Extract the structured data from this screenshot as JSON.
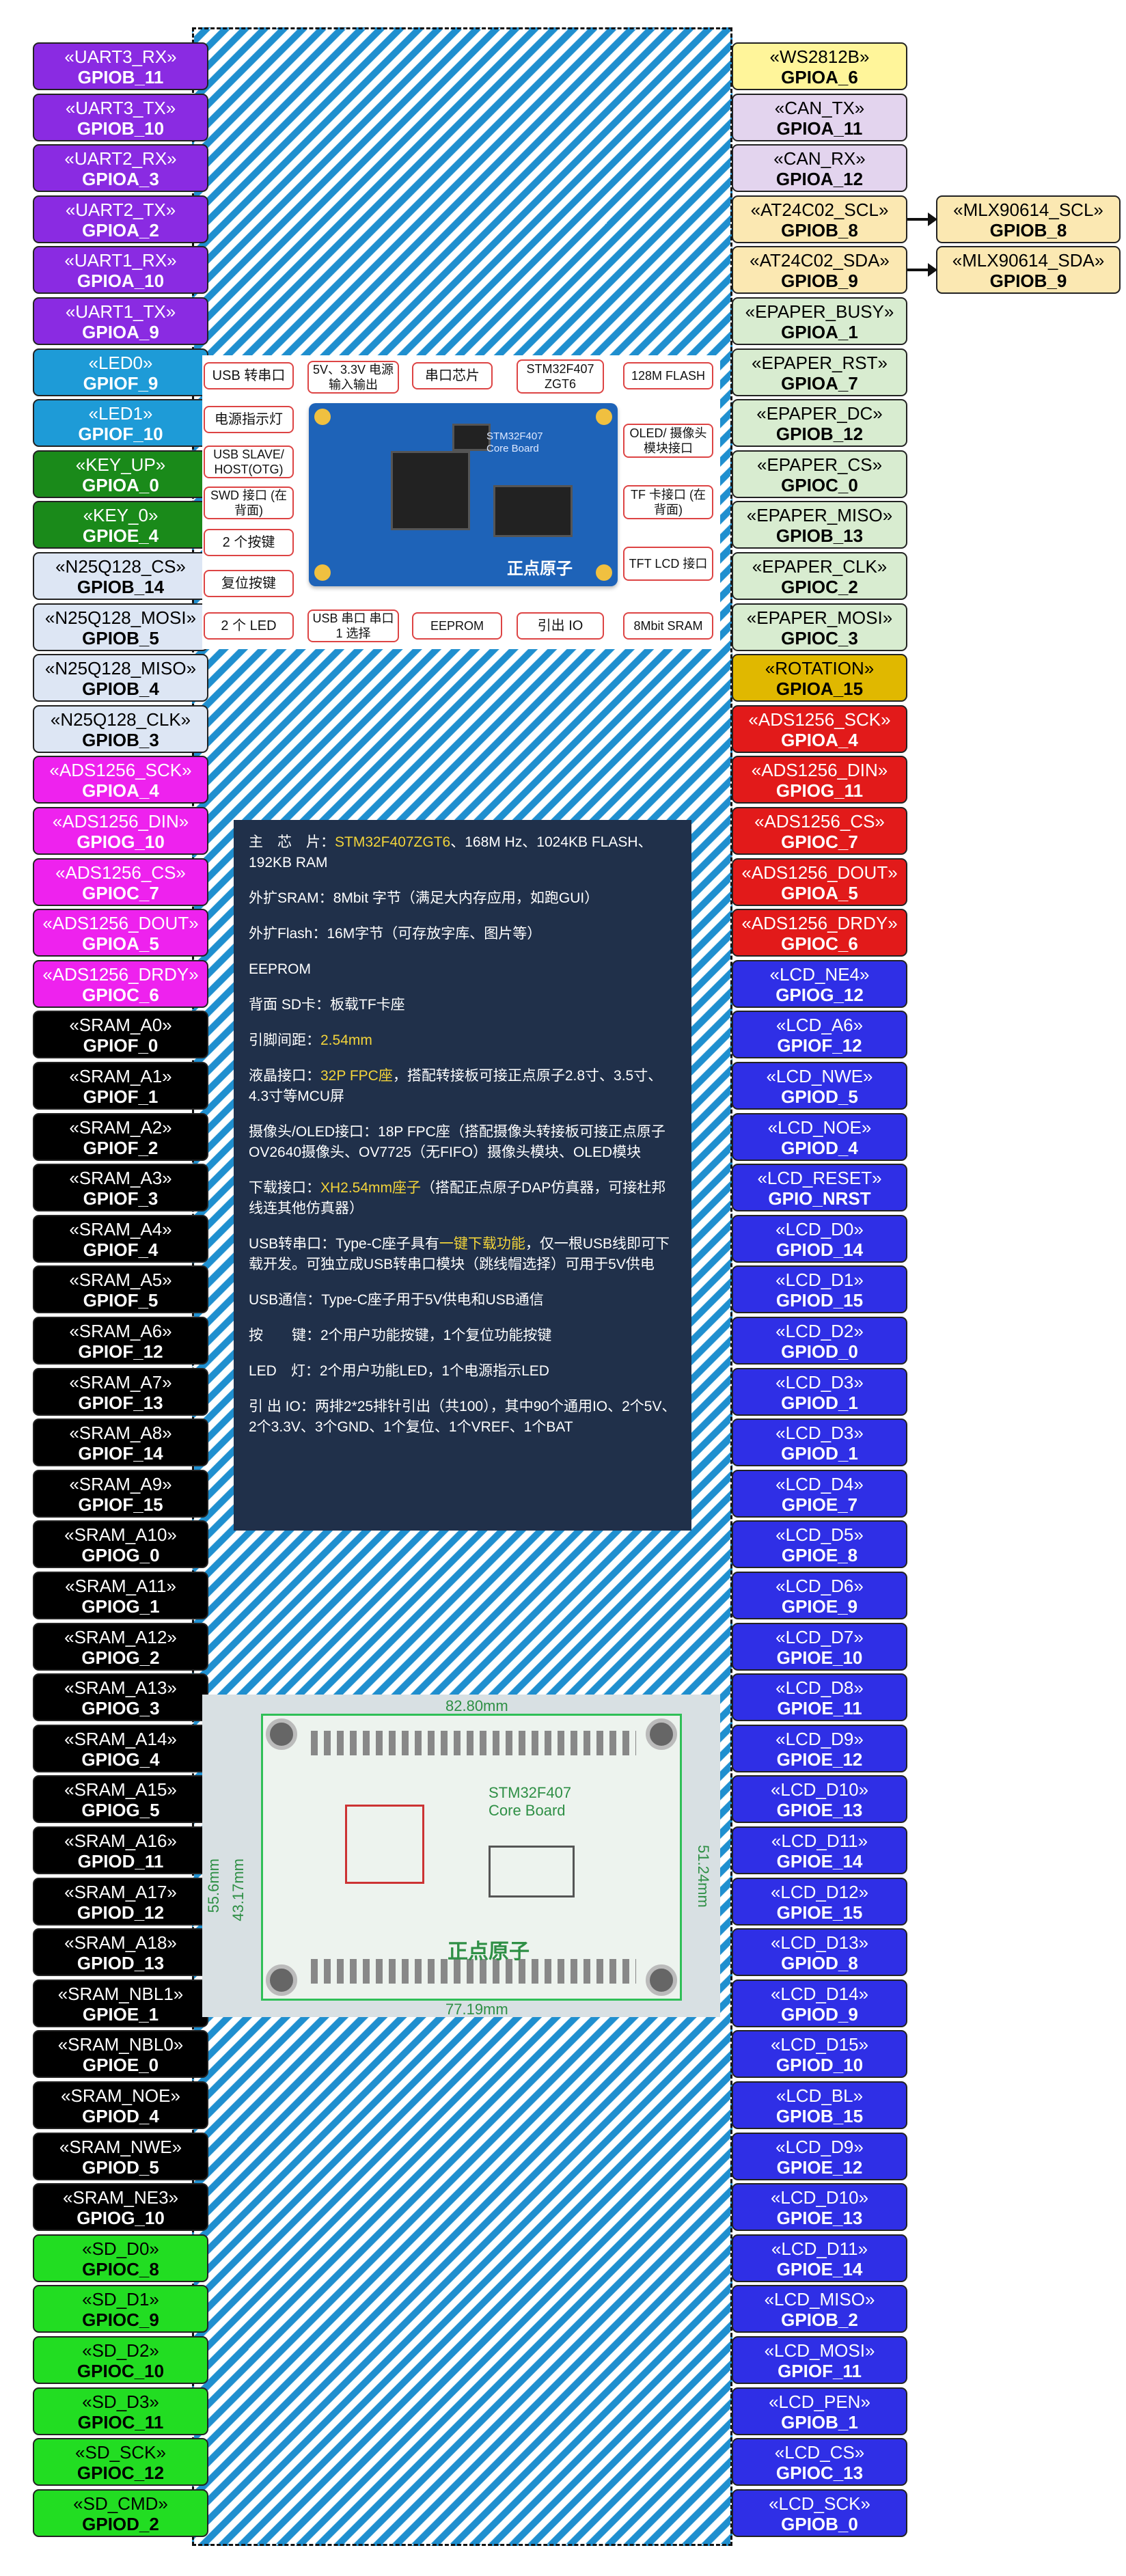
{
  "left_labels": [
    {
      "fn": "«UART3_RX»",
      "pin": "GPIOB_11",
      "bg": "#8a2be2",
      "fg": "#ffffff"
    },
    {
      "fn": "«UART3_TX»",
      "pin": "GPIOB_10",
      "bg": "#8a2be2",
      "fg": "#ffffff"
    },
    {
      "fn": "«UART2_RX»",
      "pin": "GPIOA_3",
      "bg": "#8a2be2",
      "fg": "#ffffff"
    },
    {
      "fn": "«UART2_TX»",
      "pin": "GPIOA_2",
      "bg": "#8a2be2",
      "fg": "#ffffff"
    },
    {
      "fn": "«UART1_RX»",
      "pin": "GPIOA_10",
      "bg": "#8a2be2",
      "fg": "#ffffff"
    },
    {
      "fn": "«UART1_TX»",
      "pin": "GPIOA_9",
      "bg": "#8a2be2",
      "fg": "#ffffff"
    },
    {
      "fn": "«LED0»",
      "pin": "GPIOF_9",
      "bg": "#1e9bd7",
      "fg": "#ffffff"
    },
    {
      "fn": "«LED1»",
      "pin": "GPIOF_10",
      "bg": "#1e9bd7",
      "fg": "#ffffff"
    },
    {
      "fn": "«KEY_UP»",
      "pin": "GPIOA_0",
      "bg": "#1a8a1a",
      "fg": "#ffffff"
    },
    {
      "fn": "«KEY_0»",
      "pin": "GPIOE_4",
      "bg": "#1a8a1a",
      "fg": "#ffffff"
    },
    {
      "fn": "«N25Q128_CS»",
      "pin": "GPIOB_14",
      "bg": "#dde6f4",
      "fg": "#000000"
    },
    {
      "fn": "«N25Q128_MOSI»",
      "pin": "GPIOB_5",
      "bg": "#dde6f4",
      "fg": "#000000"
    },
    {
      "fn": "«N25Q128_MISO»",
      "pin": "GPIOB_4",
      "bg": "#dde6f4",
      "fg": "#000000"
    },
    {
      "fn": "«N25Q128_CLK»",
      "pin": "GPIOB_3",
      "bg": "#dde6f4",
      "fg": "#000000"
    },
    {
      "fn": "«ADS1256_SCK»",
      "pin": "GPIOA_4",
      "bg": "#ee22ee",
      "fg": "#ffffff"
    },
    {
      "fn": "«ADS1256_DIN»",
      "pin": "GPIOG_10",
      "bg": "#ee22ee",
      "fg": "#ffffff"
    },
    {
      "fn": "«ADS1256_CS»",
      "pin": "GPIOC_7",
      "bg": "#ee22ee",
      "fg": "#ffffff"
    },
    {
      "fn": "«ADS1256_DOUT»",
      "pin": "GPIOA_5",
      "bg": "#ee22ee",
      "fg": "#ffffff"
    },
    {
      "fn": "«ADS1256_DRDY»",
      "pin": "GPIOC_6",
      "bg": "#ee22ee",
      "fg": "#ffffff"
    },
    {
      "fn": "«SRAM_A0»",
      "pin": "GPIOF_0",
      "bg": "#000000",
      "fg": "#ffffff"
    },
    {
      "fn": "«SRAM_A1»",
      "pin": "GPIOF_1",
      "bg": "#000000",
      "fg": "#ffffff"
    },
    {
      "fn": "«SRAM_A2»",
      "pin": "GPIOF_2",
      "bg": "#000000",
      "fg": "#ffffff"
    },
    {
      "fn": "«SRAM_A3»",
      "pin": "GPIOF_3",
      "bg": "#000000",
      "fg": "#ffffff"
    },
    {
      "fn": "«SRAM_A4»",
      "pin": "GPIOF_4",
      "bg": "#000000",
      "fg": "#ffffff"
    },
    {
      "fn": "«SRAM_A5»",
      "pin": "GPIOF_5",
      "bg": "#000000",
      "fg": "#ffffff"
    },
    {
      "fn": "«SRAM_A6»",
      "pin": "GPIOF_12",
      "bg": "#000000",
      "fg": "#ffffff"
    },
    {
      "fn": "«SRAM_A7»",
      "pin": "GPIOF_13",
      "bg": "#000000",
      "fg": "#ffffff"
    },
    {
      "fn": "«SRAM_A8»",
      "pin": "GPIOF_14",
      "bg": "#000000",
      "fg": "#ffffff"
    },
    {
      "fn": "«SRAM_A9»",
      "pin": "GPIOF_15",
      "bg": "#000000",
      "fg": "#ffffff"
    },
    {
      "fn": "«SRAM_A10»",
      "pin": "GPIOG_0",
      "bg": "#000000",
      "fg": "#ffffff"
    },
    {
      "fn": "«SRAM_A11»",
      "pin": "GPIOG_1",
      "bg": "#000000",
      "fg": "#ffffff"
    },
    {
      "fn": "«SRAM_A12»",
      "pin": "GPIOG_2",
      "bg": "#000000",
      "fg": "#ffffff"
    },
    {
      "fn": "«SRAM_A13»",
      "pin": "GPIOG_3",
      "bg": "#000000",
      "fg": "#ffffff"
    },
    {
      "fn": "«SRAM_A14»",
      "pin": "GPIOG_4",
      "bg": "#000000",
      "fg": "#ffffff"
    },
    {
      "fn": "«SRAM_A15»",
      "pin": "GPIOG_5",
      "bg": "#000000",
      "fg": "#ffffff"
    },
    {
      "fn": "«SRAM_A16»",
      "pin": "GPIOD_11",
      "bg": "#000000",
      "fg": "#ffffff"
    },
    {
      "fn": "«SRAM_A17»",
      "pin": "GPIOD_12",
      "bg": "#000000",
      "fg": "#ffffff"
    },
    {
      "fn": "«SRAM_A18»",
      "pin": "GPIOD_13",
      "bg": "#000000",
      "fg": "#ffffff"
    },
    {
      "fn": "«SRAM_NBL1»",
      "pin": "GPIOE_1",
      "bg": "#000000",
      "fg": "#ffffff"
    },
    {
      "fn": "«SRAM_NBL0»",
      "pin": "GPIOE_0",
      "bg": "#000000",
      "fg": "#ffffff"
    },
    {
      "fn": "«SRAM_NOE»",
      "pin": "GPIOD_4",
      "bg": "#000000",
      "fg": "#ffffff"
    },
    {
      "fn": "«SRAM_NWE»",
      "pin": "GPIOD_5",
      "bg": "#000000",
      "fg": "#ffffff"
    },
    {
      "fn": "«SRAM_NE3»",
      "pin": "GPIOG_10",
      "bg": "#000000",
      "fg": "#ffffff"
    },
    {
      "fn": "«SD_D0»",
      "pin": "GPIOC_8",
      "bg": "#22dd22",
      "fg": "#000000"
    },
    {
      "fn": "«SD_D1»",
      "pin": "GPIOC_9",
      "bg": "#22dd22",
      "fg": "#000000"
    },
    {
      "fn": "«SD_D2»",
      "pin": "GPIOC_10",
      "bg": "#22dd22",
      "fg": "#000000"
    },
    {
      "fn": "«SD_D3»",
      "pin": "GPIOC_11",
      "bg": "#22dd22",
      "fg": "#000000"
    },
    {
      "fn": "«SD_SCK»",
      "pin": "GPIOC_12",
      "bg": "#22dd22",
      "fg": "#000000"
    },
    {
      "fn": "«SD_CMD»",
      "pin": "GPIOD_2",
      "bg": "#22dd22",
      "fg": "#000000"
    }
  ],
  "right_labels": [
    {
      "fn": "«WS2812B»",
      "pin": "GPIOA_6",
      "bg": "#fff59a",
      "fg": "#000000"
    },
    {
      "fn": "«CAN_TX»",
      "pin": "GPIOA_11",
      "bg": "#e3d4ee",
      "fg": "#000000"
    },
    {
      "fn": "«CAN_RX»",
      "pin": "GPIOA_12",
      "bg": "#e3d4ee",
      "fg": "#000000"
    },
    {
      "fn": "«AT24C02_SCL»",
      "pin": "GPIOB_8",
      "bg": "#fbe8b2",
      "fg": "#000000"
    },
    {
      "fn": "«AT24C02_SDA»",
      "pin": "GPIOB_9",
      "bg": "#fbe8b2",
      "fg": "#000000"
    },
    {
      "fn": "«EPAPER_BUSY»",
      "pin": "GPIOA_1",
      "bg": "#d8ecd0",
      "fg": "#000000"
    },
    {
      "fn": "«EPAPER_RST»",
      "pin": "GPIOA_7",
      "bg": "#d8ecd0",
      "fg": "#000000"
    },
    {
      "fn": "«EPAPER_DC»",
      "pin": "GPIOB_12",
      "bg": "#d8ecd0",
      "fg": "#000000"
    },
    {
      "fn": "«EPAPER_CS»",
      "pin": "GPIOC_0",
      "bg": "#d8ecd0",
      "fg": "#000000"
    },
    {
      "fn": "«EPAPER_MISO»",
      "pin": "GPIOB_13",
      "bg": "#d8ecd0",
      "fg": "#000000"
    },
    {
      "fn": "«EPAPER_CLK»",
      "pin": "GPIOC_2",
      "bg": "#d8ecd0",
      "fg": "#000000"
    },
    {
      "fn": "«EPAPER_MOSI»",
      "pin": "GPIOC_3",
      "bg": "#d8ecd0",
      "fg": "#000000"
    },
    {
      "fn": "«ROTATION»",
      "pin": "GPIOA_15",
      "bg": "#e0b800",
      "fg": "#000000"
    },
    {
      "fn": "«ADS1256_SCK»",
      "pin": "GPIOA_4",
      "bg": "#e21a1a",
      "fg": "#ffffff"
    },
    {
      "fn": "«ADS1256_DIN»",
      "pin": "GPIOG_11",
      "bg": "#e21a1a",
      "fg": "#ffffff"
    },
    {
      "fn": "«ADS1256_CS»",
      "pin": "GPIOC_7",
      "bg": "#e21a1a",
      "fg": "#ffffff"
    },
    {
      "fn": "«ADS1256_DOUT»",
      "pin": "GPIOA_5",
      "bg": "#e21a1a",
      "fg": "#ffffff"
    },
    {
      "fn": "«ADS1256_DRDY»",
      "pin": "GPIOC_6",
      "bg": "#e21a1a",
      "fg": "#ffffff"
    },
    {
      "fn": "«LCD_NE4»",
      "pin": "GPIOG_12",
      "bg": "#2f2fe6",
      "fg": "#ffffff"
    },
    {
      "fn": "«LCD_A6»",
      "pin": "GPIOF_12",
      "bg": "#2f2fe6",
      "fg": "#ffffff"
    },
    {
      "fn": "«LCD_NWE»",
      "pin": "GPIOD_5",
      "bg": "#2f2fe6",
      "fg": "#ffffff"
    },
    {
      "fn": "«LCD_NOE»",
      "pin": "GPIOD_4",
      "bg": "#2f2fe6",
      "fg": "#ffffff"
    },
    {
      "fn": "«LCD_RESET»",
      "pin": "GPIO_NRST",
      "bg": "#2f2fe6",
      "fg": "#ffffff"
    },
    {
      "fn": "«LCD_D0»",
      "pin": "GPIOD_14",
      "bg": "#2f2fe6",
      "fg": "#ffffff"
    },
    {
      "fn": "«LCD_D1»",
      "pin": "GPIOD_15",
      "bg": "#2f2fe6",
      "fg": "#ffffff"
    },
    {
      "fn": "«LCD_D2»",
      "pin": "GPIOD_0",
      "bg": "#2f2fe6",
      "fg": "#ffffff"
    },
    {
      "fn": "«LCD_D3»",
      "pin": "GPIOD_1",
      "bg": "#2f2fe6",
      "fg": "#ffffff"
    },
    {
      "fn": "«LCD_D3»",
      "pin": "GPIOD_1",
      "bg": "#2f2fe6",
      "fg": "#ffffff"
    },
    {
      "fn": "«LCD_D4»",
      "pin": "GPIOE_7",
      "bg": "#2f2fe6",
      "fg": "#ffffff"
    },
    {
      "fn": "«LCD_D5»",
      "pin": "GPIOE_8",
      "bg": "#2f2fe6",
      "fg": "#ffffff"
    },
    {
      "fn": "«LCD_D6»",
      "pin": "GPIOE_9",
      "bg": "#2f2fe6",
      "fg": "#ffffff"
    },
    {
      "fn": "«LCD_D7»",
      "pin": "GPIOE_10",
      "bg": "#2f2fe6",
      "fg": "#ffffff"
    },
    {
      "fn": "«LCD_D8»",
      "pin": "GPIOE_11",
      "bg": "#2f2fe6",
      "fg": "#ffffff"
    },
    {
      "fn": "«LCD_D9»",
      "pin": "GPIOE_12",
      "bg": "#2f2fe6",
      "fg": "#ffffff"
    },
    {
      "fn": "«LCD_D10»",
      "pin": "GPIOE_13",
      "bg": "#2f2fe6",
      "fg": "#ffffff"
    },
    {
      "fn": "«LCD_D11»",
      "pin": "GPIOE_14",
      "bg": "#2f2fe6",
      "fg": "#ffffff"
    },
    {
      "fn": "«LCD_D12»",
      "pin": "GPIOE_15",
      "bg": "#2f2fe6",
      "fg": "#ffffff"
    },
    {
      "fn": "«LCD_D13»",
      "pin": "GPIOD_8",
      "bg": "#2f2fe6",
      "fg": "#ffffff"
    },
    {
      "fn": "«LCD_D14»",
      "pin": "GPIOD_9",
      "bg": "#2f2fe6",
      "fg": "#ffffff"
    },
    {
      "fn": "«LCD_D15»",
      "pin": "GPIOD_10",
      "bg": "#2f2fe6",
      "fg": "#ffffff"
    },
    {
      "fn": "«LCD_BL»",
      "pin": "GPIOB_15",
      "bg": "#2f2fe6",
      "fg": "#ffffff"
    },
    {
      "fn": "«LCD_D9»",
      "pin": "GPIOE_12",
      "bg": "#2f2fe6",
      "fg": "#ffffff"
    },
    {
      "fn": "«LCD_D10»",
      "pin": "GPIOE_13",
      "bg": "#2f2fe6",
      "fg": "#ffffff"
    },
    {
      "fn": "«LCD_D11»",
      "pin": "GPIOE_14",
      "bg": "#2f2fe6",
      "fg": "#ffffff"
    },
    {
      "fn": "«LCD_MISO»",
      "pin": "GPIOB_2",
      "bg": "#2f2fe6",
      "fg": "#ffffff"
    },
    {
      "fn": "«LCD_MOSI»",
      "pin": "GPIOF_11",
      "bg": "#2f2fe6",
      "fg": "#ffffff"
    },
    {
      "fn": "«LCD_PEN»",
      "pin": "GPIOB_1",
      "bg": "#2f2fe6",
      "fg": "#ffffff"
    },
    {
      "fn": "«LCD_CS»",
      "pin": "GPIOC_13",
      "bg": "#2f2fe6",
      "fg": "#ffffff"
    },
    {
      "fn": "«LCD_SCK»",
      "pin": "GPIOB_0",
      "bg": "#2f2fe6",
      "fg": "#ffffff"
    }
  ],
  "external_labels": [
    {
      "fn": "«MLX90614_SCL»",
      "pin": "GPIOB_8",
      "bg": "#fbe8b2",
      "fg": "#000000"
    },
    {
      "fn": "«MLX90614_SDA»",
      "pin": "GPIOB_9",
      "bg": "#fbe8b2",
      "fg": "#000000"
    }
  ],
  "callouts": {
    "usb_uart": "USB 转串口",
    "power_5v": "5V、3.3V 电源输入输出",
    "uart_chip": "串口芯片",
    "mcu": "STM32F407 ZGT6",
    "flash": "128M FLASH",
    "power_led": "电源指示灯",
    "usb_slave": "USB SLAVE/ HOST(OTG)",
    "oled": "OLED/ 摄像头 模块接口",
    "swd": "SWD 接口 (在背面)",
    "tf": "TF 卡接口 (在背面)",
    "keys": "2 个按键",
    "tft": "TFT LCD 接口",
    "reset": "复位按键",
    "leds": "2 个 LED",
    "usb_select": "USB 串口 串口 1 选择",
    "eeprom": "EEPROM",
    "io": "引出 IO",
    "sram": "8Mbit SRAM"
  },
  "board_silk": {
    "line1": "STM32F407",
    "line2": "Core Board",
    "brand": "正点原子"
  },
  "spec": [
    {
      "label": "主　芯　片：",
      "highlight": "STM32F407ZGT6",
      "text": "、168M Hz、1024KB FLASH、192KB RAM"
    },
    {
      "label": "外扩SRAM：",
      "highlight": "",
      "text": "8Mbit 字节（满足大内存应用，如跑GUI）"
    },
    {
      "label": "外扩Flash：",
      "highlight": "",
      "text": "16M字节（可存放字库、图片等）"
    },
    {
      "label": "EEPROM",
      "highlight": "",
      "text": ""
    },
    {
      "label": "背面 SD卡：",
      "highlight": "",
      "text": "板载TF卡座"
    },
    {
      "label": "引脚间距：",
      "highlight": "2.54mm",
      "text": ""
    },
    {
      "label": "液晶接口：",
      "highlight": "32P FPC座",
      "text": "，搭配转接板可接正点原子2.8寸、3.5寸、4.3寸等MCU屏"
    },
    {
      "label": "摄像头/OLED接口：",
      "highlight": "",
      "text": "18P FPC座（搭配摄像头转接板可接正点原子OV2640摄像头、OV7725（无FIFO）摄像头模块、OLED模块"
    },
    {
      "label": "下载接口：",
      "highlight": "XH2.54mm座子",
      "text": "（搭配正点原子DAP仿真器，可接杜邦线连其他仿真器）"
    },
    {
      "label": "USB转串口：",
      "highlight": "一键下载功能",
      "text": "，仅一根USB线即可下载开发。可独立成USB转串口模块（跳线帽选择）可用于5V供电",
      "prefix": "Type-C座子具有"
    },
    {
      "label": "USB通信：",
      "highlight": "",
      "text": "Type-C座子用于5V供电和USB通信"
    },
    {
      "label": "按　　键：",
      "highlight": "",
      "text": "2个用户功能按键，1个复位功能按键"
    },
    {
      "label": "LED　灯：",
      "highlight": "",
      "text": "2个用户功能LED，1个电源指示LED"
    },
    {
      "label": "引 出 IO：",
      "highlight": "",
      "text": "两排2*25排针引出（共100），其中90个通用IO、2个5V、2个3.3V、3个GND、1个复位、1个VREF、1个BAT"
    }
  ],
  "dimensions": {
    "top": "82.80mm",
    "bottom": "77.19mm",
    "left_outer": "55.6mm",
    "left_inner": "43.17mm",
    "right": "51.24mm",
    "silk1": "STM32F407",
    "silk2": "Core Board",
    "brand": "正点原子"
  }
}
